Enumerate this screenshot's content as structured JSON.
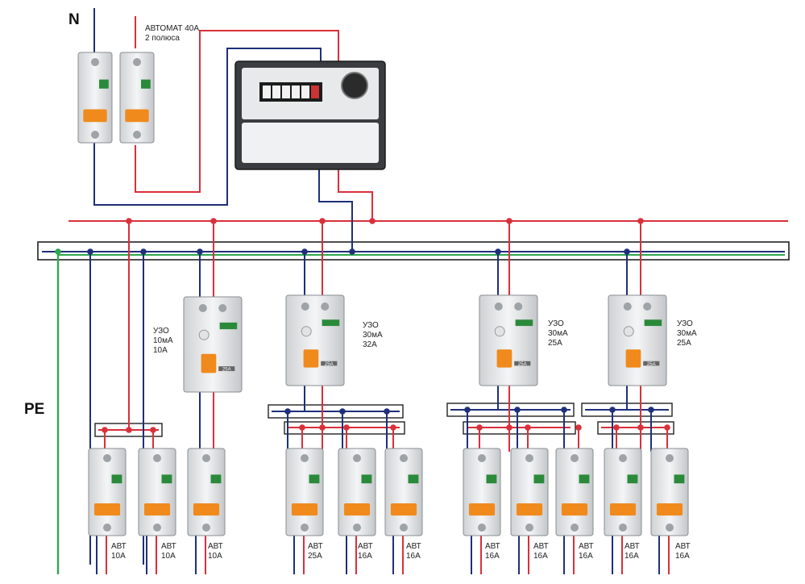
{
  "labels": {
    "neutral": "N",
    "pe": "PE",
    "main_breaker": "АВТОМАТ 40А\n2 полюса"
  },
  "rcds": [
    {
      "text": "УЗО\n10мА\n10А"
    },
    {
      "text": "УЗО\n30мА\n32А"
    },
    {
      "text": "УЗО\n30мА\n25А"
    },
    {
      "text": "УЗО\n30мА\n25А"
    }
  ],
  "breakers": [
    {
      "text": "АВТ\n10А"
    },
    {
      "text": "АВТ\n10А"
    },
    {
      "text": "АВТ\n10А"
    },
    {
      "text": "АВТ\n25А"
    },
    {
      "text": "АВТ\n16А"
    },
    {
      "text": "АВТ\n16А"
    },
    {
      "text": "АВТ\n16А"
    },
    {
      "text": "АВТ\n16А"
    },
    {
      "text": "АВТ\n16А"
    },
    {
      "text": "АВТ\n16А"
    },
    {
      "text": "АВТ\n16А"
    }
  ],
  "device_rating_tag": "25A",
  "colors": {
    "phase": "#d9303a",
    "neutral": "#1f2f7a",
    "pe": "#2fa84f"
  }
}
